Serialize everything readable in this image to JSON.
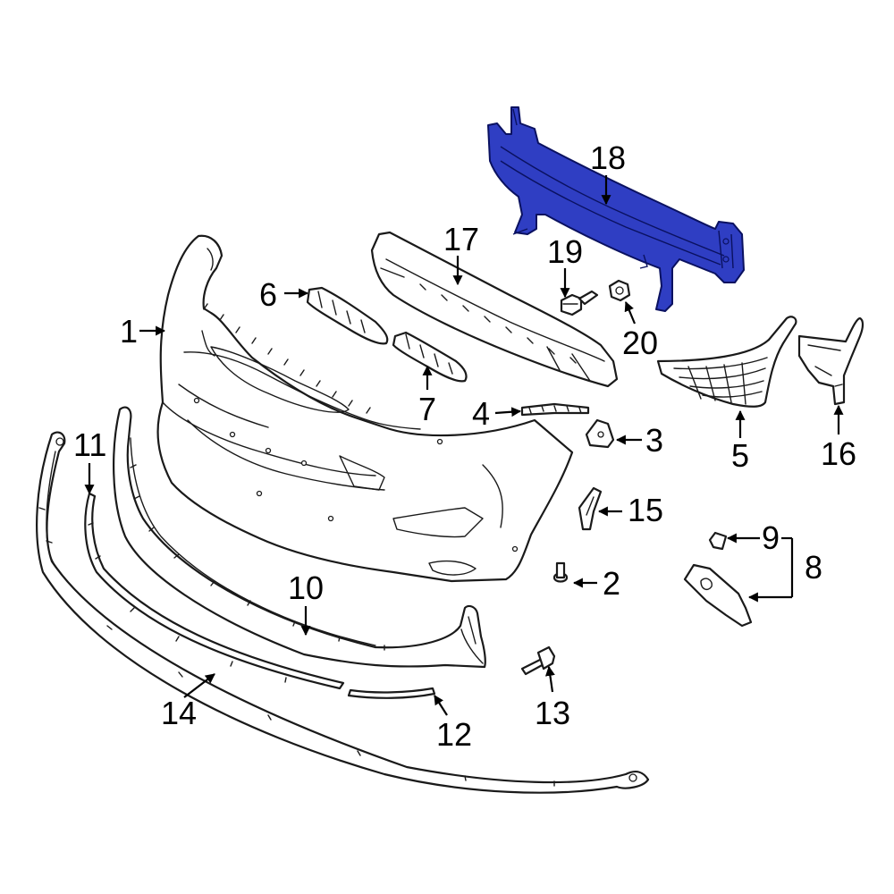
{
  "colors": {
    "background": "#ffffff",
    "line": "#1a1a1a",
    "highlight_fill": "#2f3ec3",
    "highlight_stroke": "#0a1160"
  },
  "callouts": {
    "c1": "1",
    "c2": "2",
    "c3": "3",
    "c4": "4",
    "c5": "5",
    "c6": "6",
    "c7": "7",
    "c8": "8",
    "c9": "9",
    "c10": "10",
    "c11": "11",
    "c12": "12",
    "c13": "13",
    "c14": "14",
    "c15": "15",
    "c16": "16",
    "c17": "17",
    "c18": "18",
    "c19": "19",
    "c20": "20"
  },
  "highlighted_part": "18"
}
